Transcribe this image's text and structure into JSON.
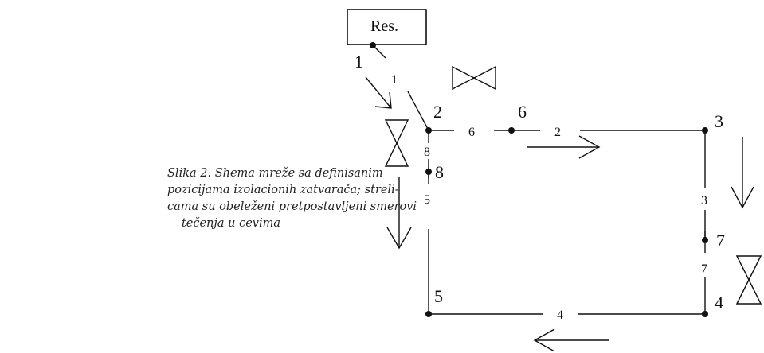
{
  "caption": {
    "line1": "Slika 2. Shema mreže sa definisanim",
    "line2": "pozicijama izolacionih zatvarača; streli-",
    "line3": "cama su obeleženi pretpostavljeni smerovi",
    "line4": "tečenja u cevima"
  },
  "reservoir": {
    "label": "Res."
  },
  "nodes": {
    "n1": "1",
    "n2": "2",
    "n3": "3",
    "n4": "4",
    "n5": "5",
    "n6": "6",
    "n7": "7",
    "n8": "8"
  },
  "pipes": {
    "p1": "1",
    "p2": "2",
    "p3": "3",
    "p4": "4",
    "p5": "5",
    "p6": "6",
    "p7": "7",
    "p8": "8"
  },
  "colors": {
    "line": "#111111",
    "caption": "#222222"
  }
}
